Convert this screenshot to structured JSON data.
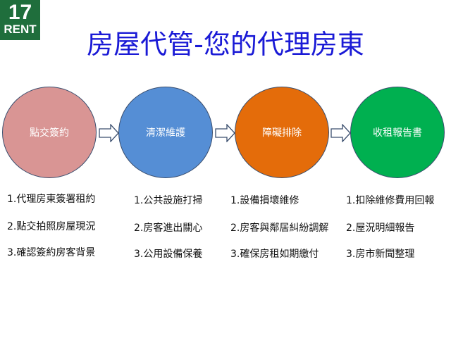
{
  "logo": {
    "number": "17",
    "word": "RENT"
  },
  "title": "房屋代管-您的代理房東",
  "steps": [
    {
      "label": "點交簽約",
      "color": "#d99594",
      "items": [
        "1.代理房東簽署租約",
        "2.點交拍照房屋現況",
        "3.確認簽約房客背景"
      ]
    },
    {
      "label": "清潔維護",
      "color": "#558ed5",
      "items": [
        "1.公共設施打掃",
        "2.房客進出關心",
        "3.公用設備保養"
      ]
    },
    {
      "label": "障礙排除",
      "color": "#e46c0a",
      "items": [
        "1.設備損壞維修",
        "2.房客與鄰居糾紛調解",
        "3.確保房租如期繳付"
      ]
    },
    {
      "label": "收租報告書",
      "color": "#00b050",
      "items": [
        "1.扣除維修費用回報",
        "2.屋況明細報告",
        "3.房市新聞整理"
      ]
    }
  ]
}
